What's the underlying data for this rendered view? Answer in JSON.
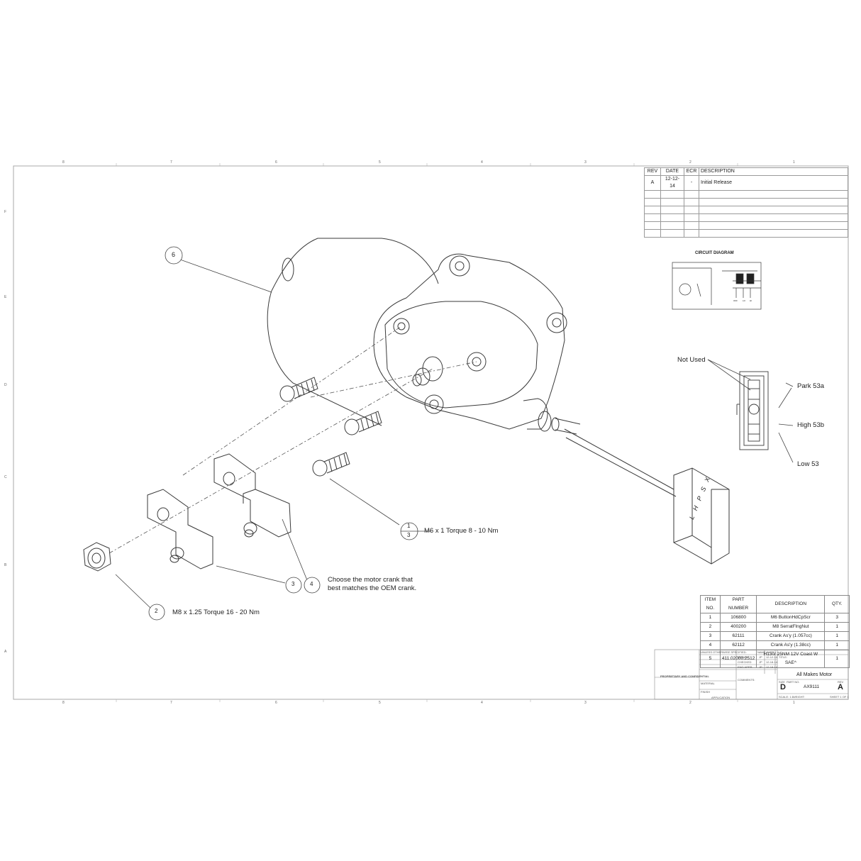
{
  "zones_top": [
    "8",
    "7",
    "6",
    "5",
    "4",
    "3",
    "2",
    "1"
  ],
  "zones_side": [
    "F",
    "E",
    "D",
    "C",
    "B",
    "A"
  ],
  "revision_block": {
    "headers": [
      "REV",
      "DATE",
      "ECR",
      "DESCRIPTION"
    ],
    "rows": [
      {
        "rev": "A",
        "date": "12-12-14",
        "ecr": "-",
        "description": "Initial Release"
      }
    ]
  },
  "circuit_diagram": {
    "title": "CIRCUIT DIAGRAM",
    "labels": [
      "OFF",
      "LO",
      "HI"
    ]
  },
  "connector": {
    "not_used": "Not Used",
    "park": "Park 53a",
    "high": "High 53b",
    "low": "Low 53",
    "plug_letters": "L H P S X"
  },
  "callouts": {
    "item6": "6",
    "item1": "1",
    "item3_under1": "3",
    "screw_note": "M6 x 1 Torque 8 - 10 Nm",
    "item3": "3",
    "item4": "4",
    "crank_note_line1": "Choose the motor crank that",
    "crank_note_line2": "best matches the OEM crank.",
    "item2": "2",
    "nut_note": "M8 x 1.25 Torque 16 - 20 Nm"
  },
  "bom": {
    "headers": [
      "ITEM NO.",
      "PART NUMBER",
      "DESCRIPTION",
      "QTY."
    ],
    "rows": [
      {
        "item": "1",
        "part": "106800",
        "desc": "M6 ButtonHdCpScr",
        "qty": "3"
      },
      {
        "item": "2",
        "part": "400200",
        "desc": "M8 SerratFlngNut",
        "qty": "1"
      },
      {
        "item": "3",
        "part": "62111",
        "desc": "Crank As'y (1.057cc)",
        "qty": "1"
      },
      {
        "item": "4",
        "part": "62112",
        "desc": "Crank As'y (1.38cc)",
        "qty": "1"
      },
      {
        "item": "5",
        "part": "411.02000.2512",
        "desc": "H130/ 25NM 12V Coast W SAE^",
        "qty": "1"
      }
    ]
  },
  "title_block": {
    "title_label": "TITLE:",
    "title": "All Makes Motor",
    "size_label": "SIZE",
    "size": "D",
    "part_no_label": "PART NO.",
    "part_no": "AX9111",
    "rev_label": "REV",
    "rev": "A",
    "scale": "SCALE: 1:1",
    "weight": "WEIGHT:",
    "sheet": "SHEET 1 OF 1",
    "comments": "COMMENTS:",
    "proprietary": "PROPRIETARY AND CONFIDENTIAL",
    "name_label": "NAME",
    "date_label": "DATE",
    "drawn": "DRAWN",
    "checked": "CHECKED",
    "eng_appr": "ENG APPR.",
    "drawn_name": "JP",
    "drawn_date": "12-12-14",
    "checked_name": "JP",
    "checked_date": "12-18-14",
    "eng_name": "JP",
    "eng_date": "12-18-14",
    "unless": "UNLESS OTHERWISE SPECIFIED:",
    "material": "MATERIAL",
    "finish": "FINISH",
    "application": "APPLICATION"
  },
  "colors": {
    "line": "#3a3a3a",
    "frame": "#9c9c9c",
    "text": "#222222"
  }
}
